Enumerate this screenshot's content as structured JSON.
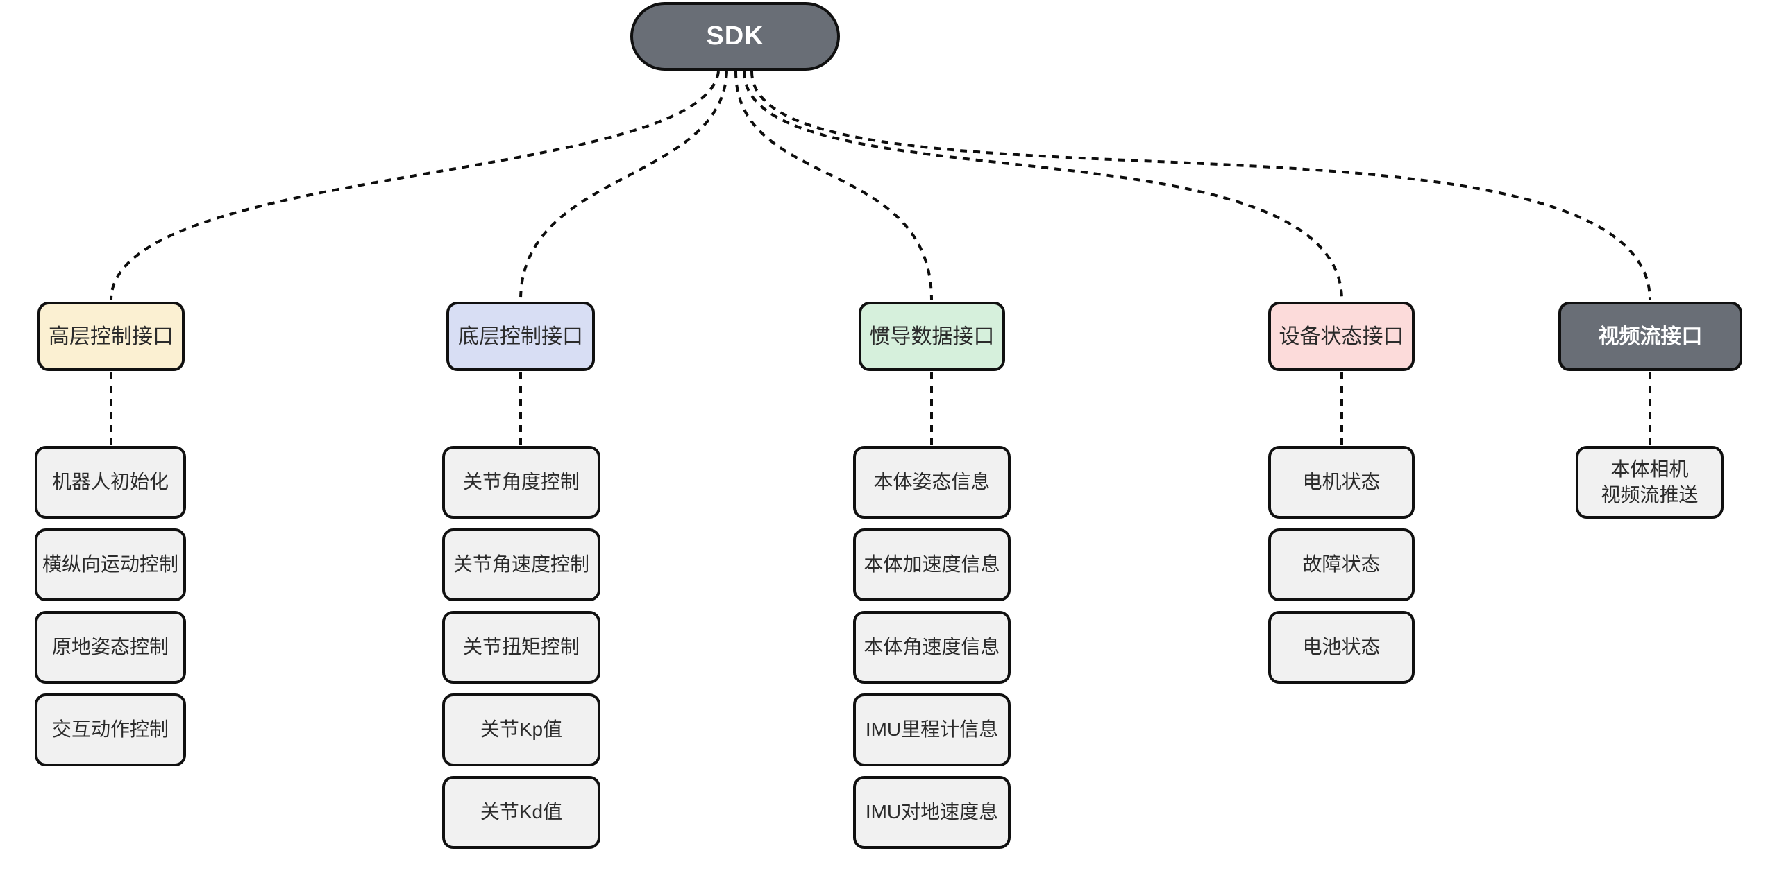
{
  "root": {
    "label": "SDK"
  },
  "colors": {
    "dark_node_bg": "#696e76",
    "dark_node_text": "#ffffff",
    "high_level_bg": "#fbf0d2",
    "low_level_bg": "#d8def4",
    "imu_bg": "#d6f0dc",
    "device_status_bg": "#fcdbda",
    "child_bg": "#f1f1f1",
    "border": "#101010",
    "text": "#2b2b2b",
    "edge": "#0d0d0d"
  },
  "categories": [
    {
      "label": "高层控制接口",
      "children": [
        "机器人初始化",
        "横纵向运动控制",
        "原地姿态控制",
        "交互动作控制"
      ]
    },
    {
      "label": "底层控制接口",
      "children": [
        "关节角度控制",
        "关节角速度控制",
        "关节扭矩控制",
        "关节Kp值",
        "关节Kd值"
      ]
    },
    {
      "label": "惯导数据接口",
      "children": [
        "本体姿态信息",
        "本体加速度信息",
        "本体角速度信息",
        "IMU里程计信息",
        "IMU对地速度息"
      ]
    },
    {
      "label": "设备状态接口",
      "children": [
        "电机状态",
        "故障状态",
        "电池状态"
      ]
    },
    {
      "label": "视频流接口",
      "children": [
        "本体相机\n视频流推送"
      ]
    }
  ]
}
